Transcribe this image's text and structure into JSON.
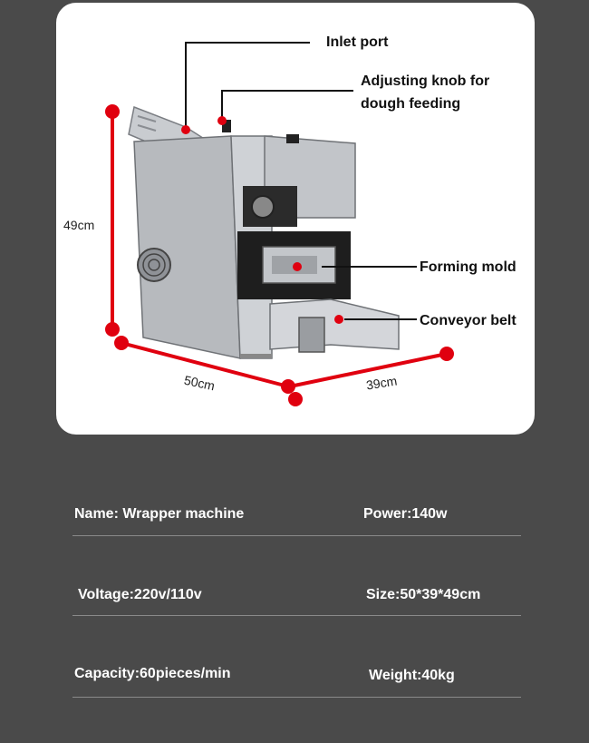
{
  "callouts": {
    "inlet_port": "Inlet port",
    "knob_line1": "Adjusting knob for",
    "knob_line2": "dough feeding",
    "forming_mold": "Forming mold",
    "conveyor_belt": "Conveyor belt"
  },
  "dimensions": {
    "height": "49cm",
    "width": "50cm",
    "depth": "39cm"
  },
  "specs": {
    "name": "Name: Wrapper machine",
    "power": "Power:140w",
    "voltage": "Voltage:220v/110v",
    "size": "Size:50*39*49cm",
    "capacity": "Capacity:60pieces/min",
    "weight": "Weight:40kg"
  },
  "colors": {
    "background": "#4a4a4a",
    "card": "#ffffff",
    "dimension_marker": "#e0000f",
    "steel": "#b9bcc0"
  }
}
